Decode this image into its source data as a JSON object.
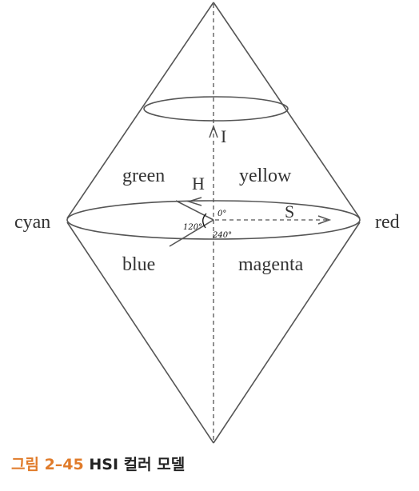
{
  "colors": {
    "stroke": "#555555",
    "text": "#333333",
    "caption_number": "#e07b2a",
    "caption_title": "#222222"
  },
  "labels": {
    "cyan": "cyan",
    "red": "red",
    "green": "green",
    "yellow": "yellow",
    "blue": "blue",
    "magenta": "magenta"
  },
  "axes": {
    "intensity": "I",
    "hue": "H",
    "saturation": "S"
  },
  "annotations": {
    "angle_a": "0°",
    "angle_b": "120°",
    "angle_c": "240°"
  },
  "caption": {
    "number": "그림 2–45",
    "title": "HSI 컬러 모델"
  }
}
